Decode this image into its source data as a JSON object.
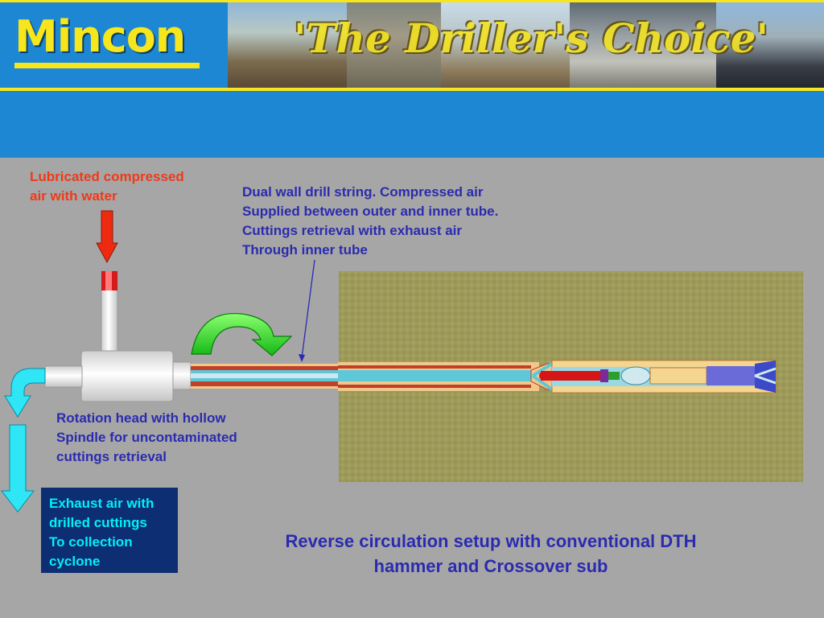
{
  "header": {
    "logo_text": "Mincon",
    "slogan": "'The Driller's Choice'",
    "colors": {
      "band": "#1d87d4",
      "accent": "#f7e61b"
    }
  },
  "labels": {
    "air_input": [
      "Lubricated compressed",
      "air with water"
    ],
    "drill_string": [
      "Dual wall drill string. Compressed air",
      "Supplied between outer and inner tube.",
      "Cuttings retrieval with exhaust air",
      "Through inner tube"
    ],
    "rotation_head": [
      "Rotation head with hollow",
      "Spindle for uncontaminated",
      "cuttings retrieval"
    ],
    "exhaust": [
      "Exhaust air with",
      "drilled cuttings",
      "To collection",
      "cyclone"
    ]
  },
  "caption": [
    "Reverse circulation setup with conventional DTH",
    "hammer and Crossover sub"
  ],
  "colors": {
    "background": "#a6a6a6",
    "red_label": "#ee3a1a",
    "blue_label": "#2b2bb0",
    "exhaust_box": "#0e2e74",
    "exhaust_text": "#00f0f8",
    "ground": "#9e9a5a"
  }
}
